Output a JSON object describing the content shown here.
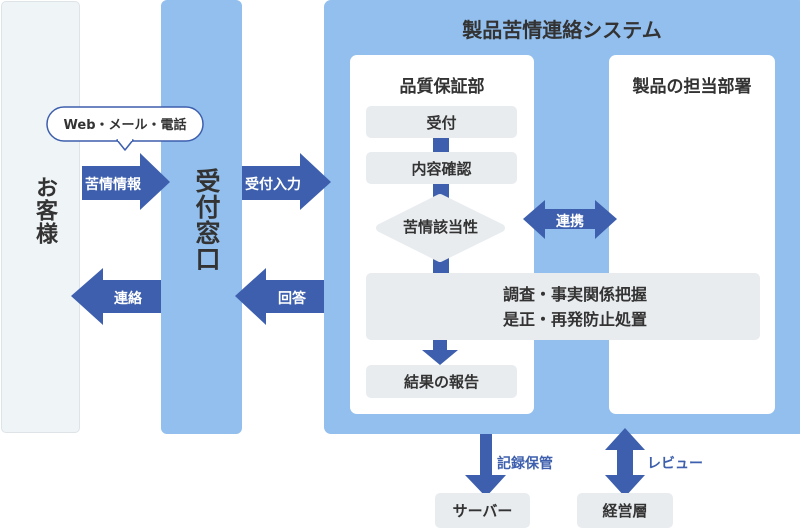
{
  "customer": {
    "label": "お客様"
  },
  "reception": {
    "label": "受付窓口"
  },
  "system": {
    "title": "製品苦情連絡システム"
  },
  "qa_dept": {
    "title": "品質保証部",
    "step_receive": "受付",
    "step_review": "内容確認",
    "step_decision": "苦情該当性",
    "step_investigate_line1": "調査・事実関係把握",
    "step_investigate_line2": "是正・再発防止処置",
    "step_report": "結果の報告"
  },
  "product_dept": {
    "title": "製品の担当部署"
  },
  "flows": {
    "channels": "Web・メール・電話",
    "complaint_info": "苦情情報",
    "input": "受付入力",
    "contact": "連絡",
    "reply": "回答",
    "cooperation": "連携",
    "record": "記録保管",
    "review": "レビュー"
  },
  "external": {
    "server": "サーバー",
    "management": "経営層"
  },
  "colors": {
    "arrow": "#3d5fad",
    "column_blue": "#92bfee",
    "step_grey": "#e8ecef",
    "customer_bg": "#eff4f7",
    "text": "#333333"
  }
}
